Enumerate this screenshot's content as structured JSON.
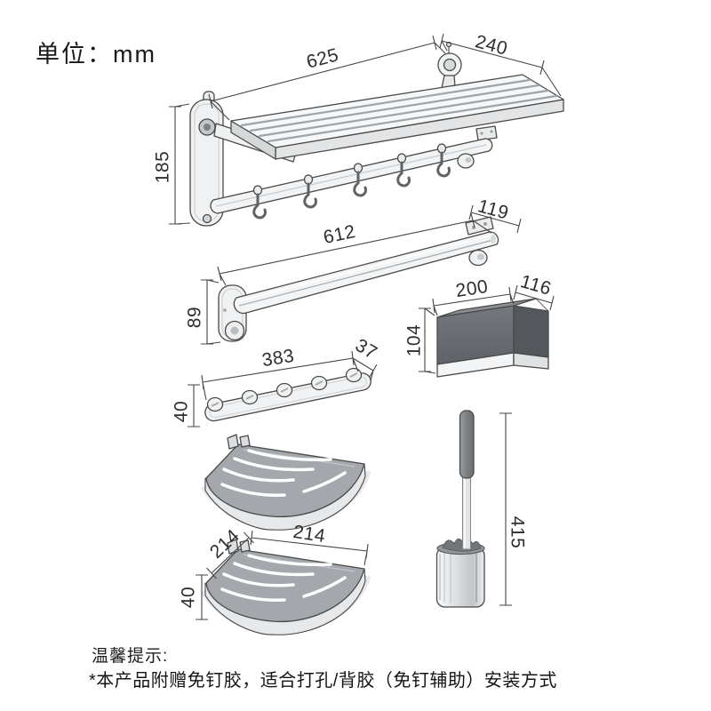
{
  "page": {
    "unit_label": "单位：mm",
    "background": "#ffffff"
  },
  "note": {
    "title": "温馨提示:",
    "body": "*本产品附赠免钉胶，适合打孔/背胶（免钉辅助）安装方式"
  },
  "colors": {
    "line": "#454545",
    "dim_text": "#2e2e2e",
    "box_top": "#8b8e93",
    "box_front": "#6a6d72",
    "box_side": "#54575c",
    "shelf_top": "#a4a7ab",
    "handle_gray": "#84878a",
    "chrome_light": "#f3f4f5"
  },
  "dimensions": {
    "towel_rack": {
      "width": "625",
      "depth": "240",
      "height": "185"
    },
    "towel_bar": {
      "length": "612",
      "end_depth": "119",
      "mount_height": "89"
    },
    "storage_box": {
      "width": "200",
      "depth": "116",
      "height": "104"
    },
    "hook_rail": {
      "length": "383",
      "depth": "37",
      "height": "40"
    },
    "corner_shelf": {
      "side_left": "214",
      "side_top": "214",
      "height": "40"
    },
    "toilet_brush": {
      "height": "415"
    }
  }
}
